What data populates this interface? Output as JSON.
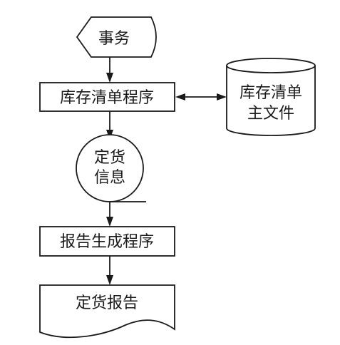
{
  "diagram": {
    "nodes": {
      "transaction": {
        "text": "事务"
      },
      "inventory_program": {
        "text": "库存清单程序"
      },
      "master_file": {
        "line1": "库存清单",
        "line2": "主文件"
      },
      "order_info": {
        "line1": "定货",
        "line2": "信息"
      },
      "report_program": {
        "text": "报告生成程序"
      },
      "order_report": {
        "text": "定货报告"
      }
    }
  }
}
